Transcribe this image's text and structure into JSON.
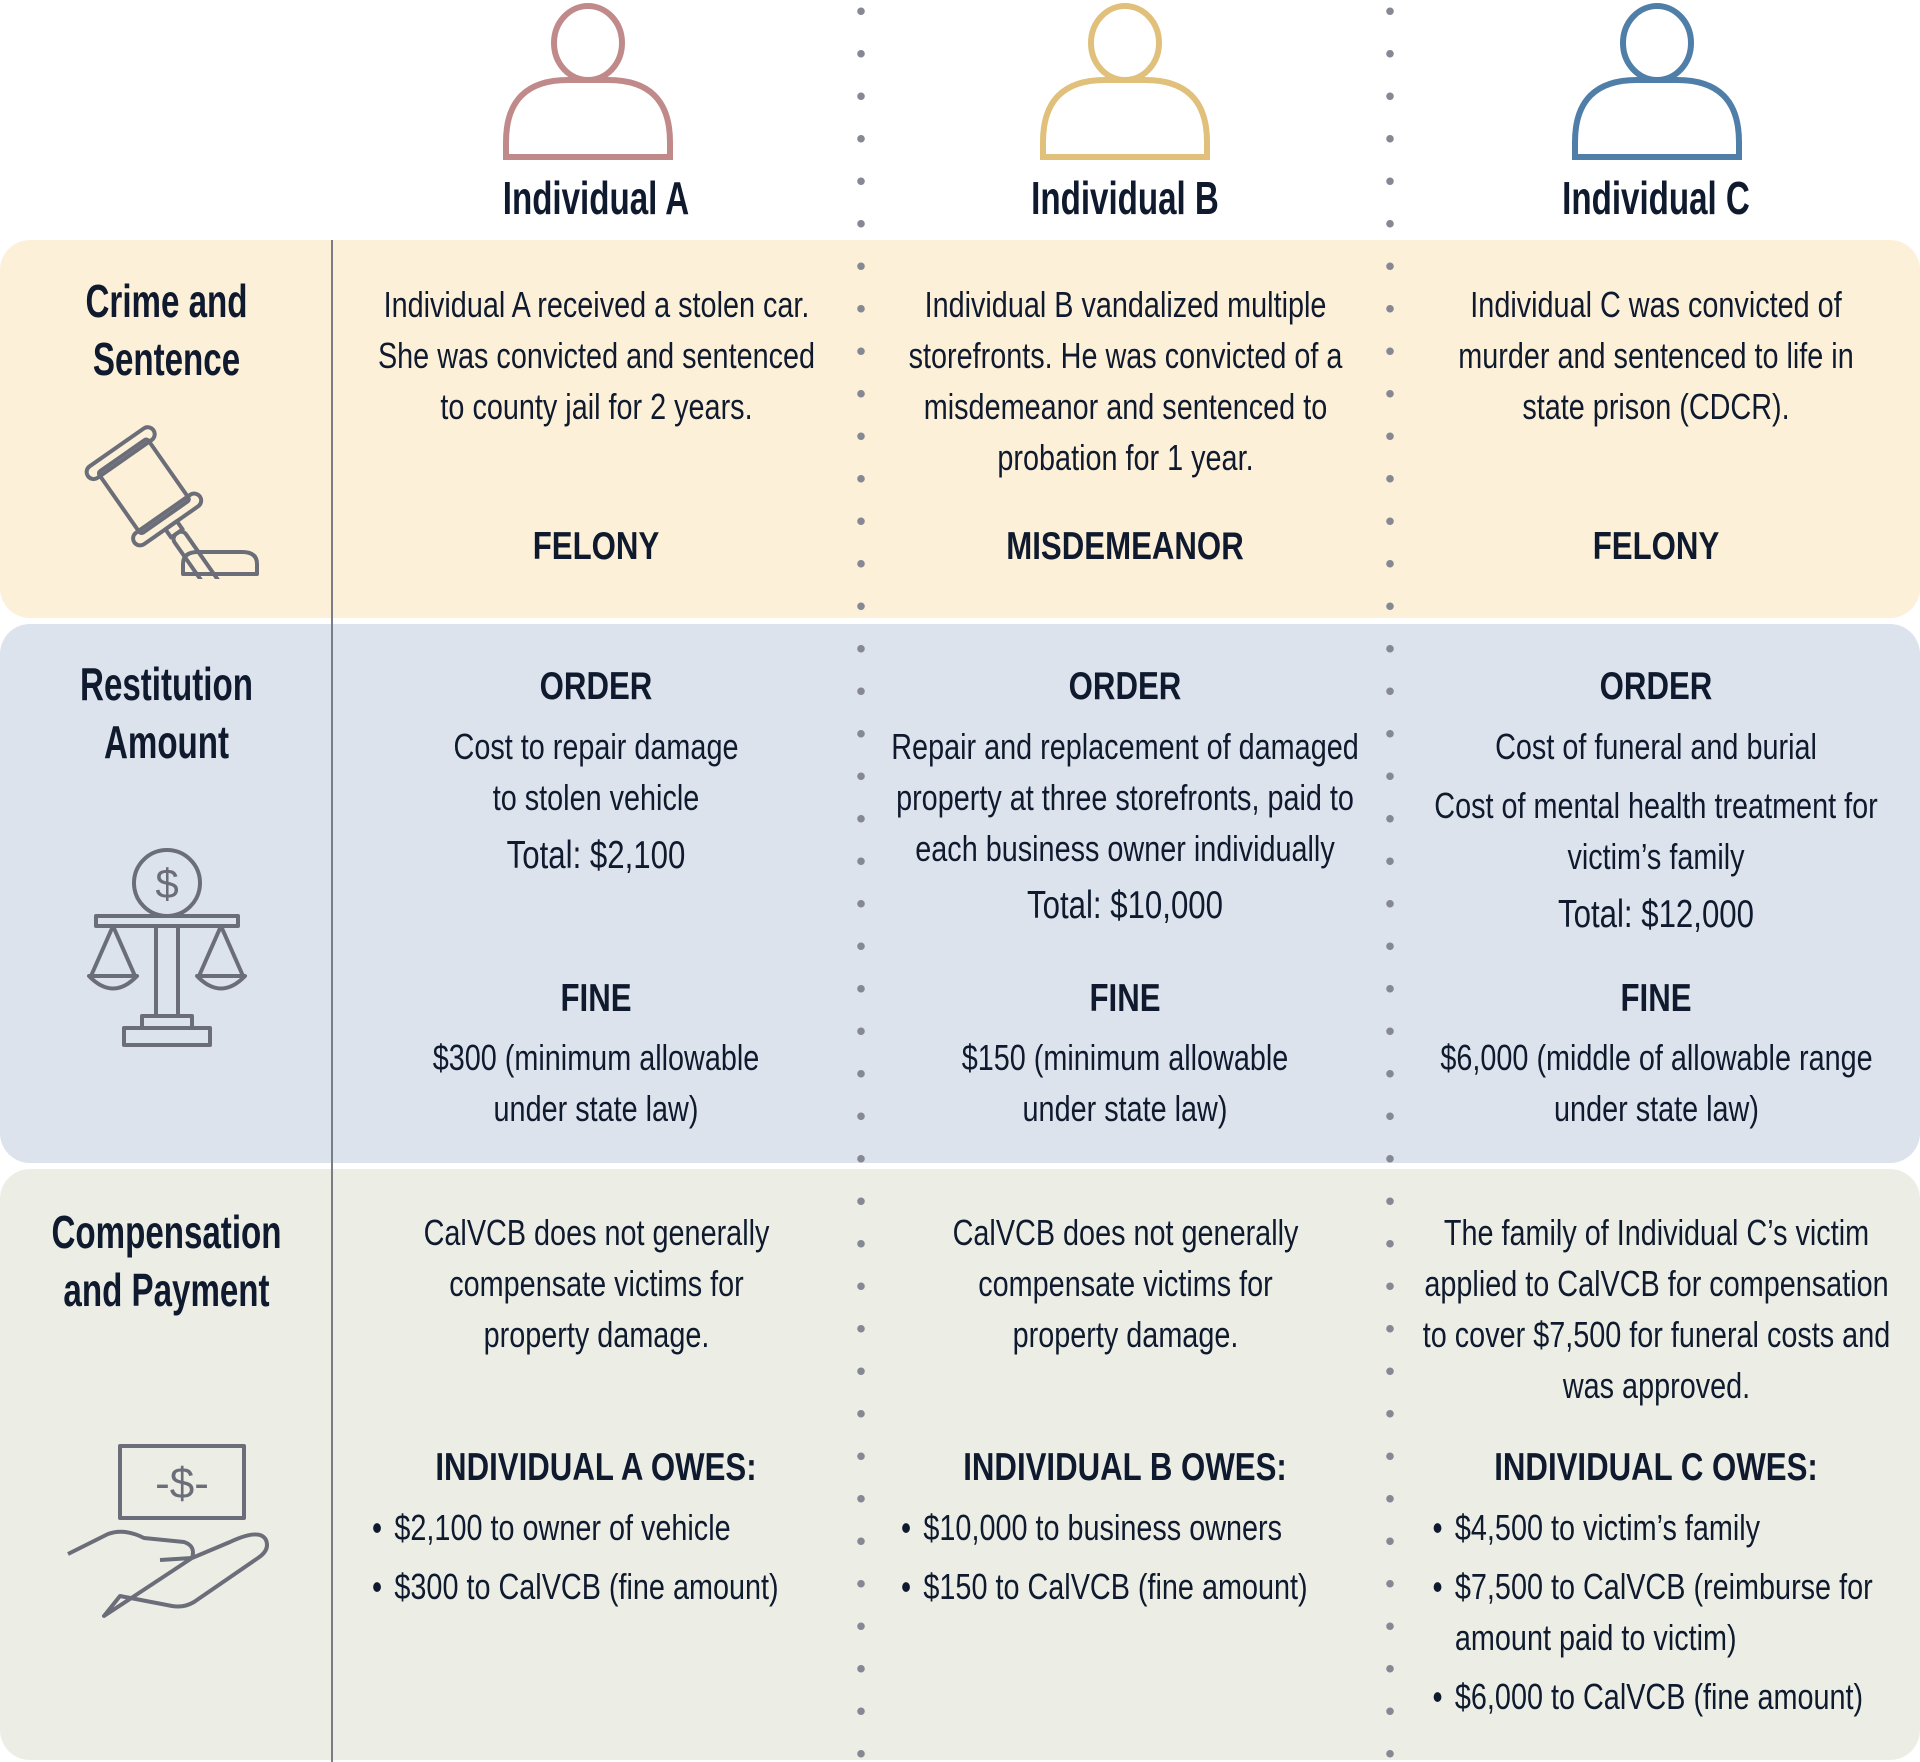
{
  "row_labels": {
    "crime": [
      "Crime and",
      "Sentence"
    ],
    "restitution": [
      "Restitution",
      "Amount"
    ],
    "compensation": [
      "Compensation",
      "and Payment"
    ]
  },
  "icons": {
    "crime": "gavel-icon",
    "restitution": "scales-dollar-icon",
    "compensation": "hand-money-icon",
    "person": "person-icon"
  },
  "colors": {
    "crime_row": "#fdf0d8",
    "restitution_row": "#dce3ec",
    "compensation_row": "#eceee6",
    "text": "#0f1a2e",
    "icon_gray": "#6b6e78"
  },
  "order_label": "ORDER",
  "fine_label": "FINE",
  "columns": [
    {
      "name": "Individual A",
      "color": "#c08a8a",
      "crime": "Individual A received a stolen car. She was convicted and sentenced to county jail for 2 years.",
      "classification": "FELONY",
      "order_items": [
        "Cost to repair damage to stolen vehicle"
      ],
      "order_total": "Total: $2,100",
      "fine": "$300 (minimum allowable under state law)",
      "compensation": "CalVCB does not generally compensate victims for property damage.",
      "owes_title": "INDIVIDUAL A OWES:",
      "owes": [
        "$2,100 to owner of vehicle",
        "$300 to CalVCB (fine amount)"
      ]
    },
    {
      "name": "Individual B",
      "color": "#e0c07a",
      "crime": "Individual B vandalized multiple storefronts. He was convicted of a misdemeanor and sentenced to probation for 1 year.",
      "classification": "MISDEMEANOR",
      "order_items": [
        "Repair and replacement of damaged property at three storefronts, paid to each business owner individually"
      ],
      "order_total": "Total: $10,000",
      "fine": "$150 (minimum allowable under state law)",
      "compensation": "CalVCB does not generally compensate victims for property damage.",
      "owes_title": "INDIVIDUAL B OWES:",
      "owes": [
        "$10,000 to business owners",
        "$150 to CalVCB (fine amount)"
      ]
    },
    {
      "name": "Individual C",
      "color": "#4f7fa8",
      "crime": "Individual C was convicted of murder and sentenced to life in state prison (CDCR).",
      "classification": "FELONY",
      "order_items": [
        "Cost of funeral and burial",
        "Cost of mental health treatment for victim’s family"
      ],
      "order_total": "Total: $12,000",
      "fine": "$6,000 (middle of allowable range under state law)",
      "compensation": "The family of Individual C’s victim applied to CalVCB for compensation to cover $7,500 for funeral costs and was approved.",
      "owes_title": "INDIVIDUAL C OWES:",
      "owes": [
        "$4,500 to victim’s family",
        "$7,500 to CalVCB (reimburse for amount paid to victim)",
        "$6,000 to CalVCB (fine amount)"
      ]
    }
  ]
}
